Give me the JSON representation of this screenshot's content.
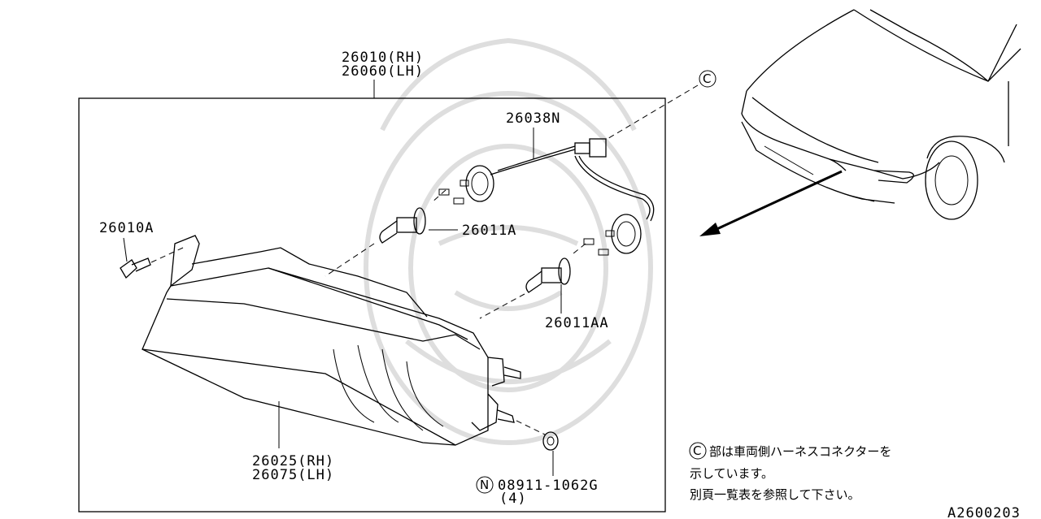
{
  "diagram": {
    "assembly_label_rh": "26010(RH)",
    "assembly_label_lh": "26060(LH)",
    "harness_label": "26038N",
    "connector_ref": "C",
    "screw_label": "26010A",
    "bulb_label_1": "26011A",
    "bulb_label_2": "26011AA",
    "lens_label_rh": "26025(RH)",
    "lens_label_lh": "26075(LH)",
    "nut_prefix": "N",
    "nut_label": "08911-1062G",
    "nut_qty": "(4)",
    "note_ref": "C",
    "note_line1": "部は車両側ハーネスコネクターを",
    "note_line2": "示しています。",
    "note_line3": "別頁一覧表を参照して下さい。",
    "figure_code": "A2600203"
  },
  "colors": {
    "line": "#000000",
    "watermark": "#dedede",
    "background": "#ffffff"
  }
}
